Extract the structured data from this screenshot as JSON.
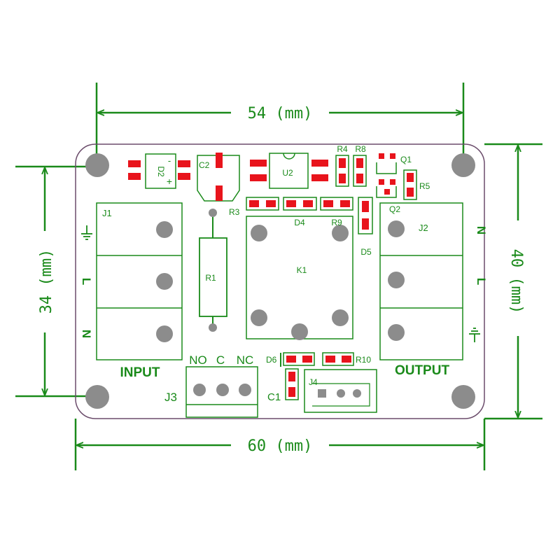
{
  "dimensions": {
    "top_width": "54 (mm)",
    "bottom_width": "60 (mm)",
    "left_height": "34 (mm)",
    "right_height": "40 (mm)"
  },
  "components": {
    "j1": "J1",
    "j2": "J2",
    "j3": "J3",
    "j4": "J4",
    "k1": "K1",
    "r1": "R1",
    "r3": "R3",
    "r4": "R4",
    "r5": "R5",
    "r8": "R8",
    "r9": "R9",
    "r10": "R10",
    "c1": "C1",
    "c2": "C2",
    "u2": "U2",
    "q1": "Q1",
    "q2": "Q2",
    "d2": "D2",
    "d2_minus": "-",
    "d2_plus": "+",
    "d4": "D4",
    "d5": "D5",
    "d6": "D6"
  },
  "labels": {
    "input": "INPUT",
    "output": "OUTPUT",
    "no": "NO",
    "c": "C",
    "nc": "NC",
    "left_l": "L",
    "left_n": "N",
    "right_n": "N",
    "right_l": "L"
  },
  "colors": {
    "silkscreen": "#1a8a1a",
    "pad": "#e8141c",
    "hole": "#8c8c8c",
    "outline": "#6b4c6b",
    "terminal_outline": "#1a8a1a"
  }
}
